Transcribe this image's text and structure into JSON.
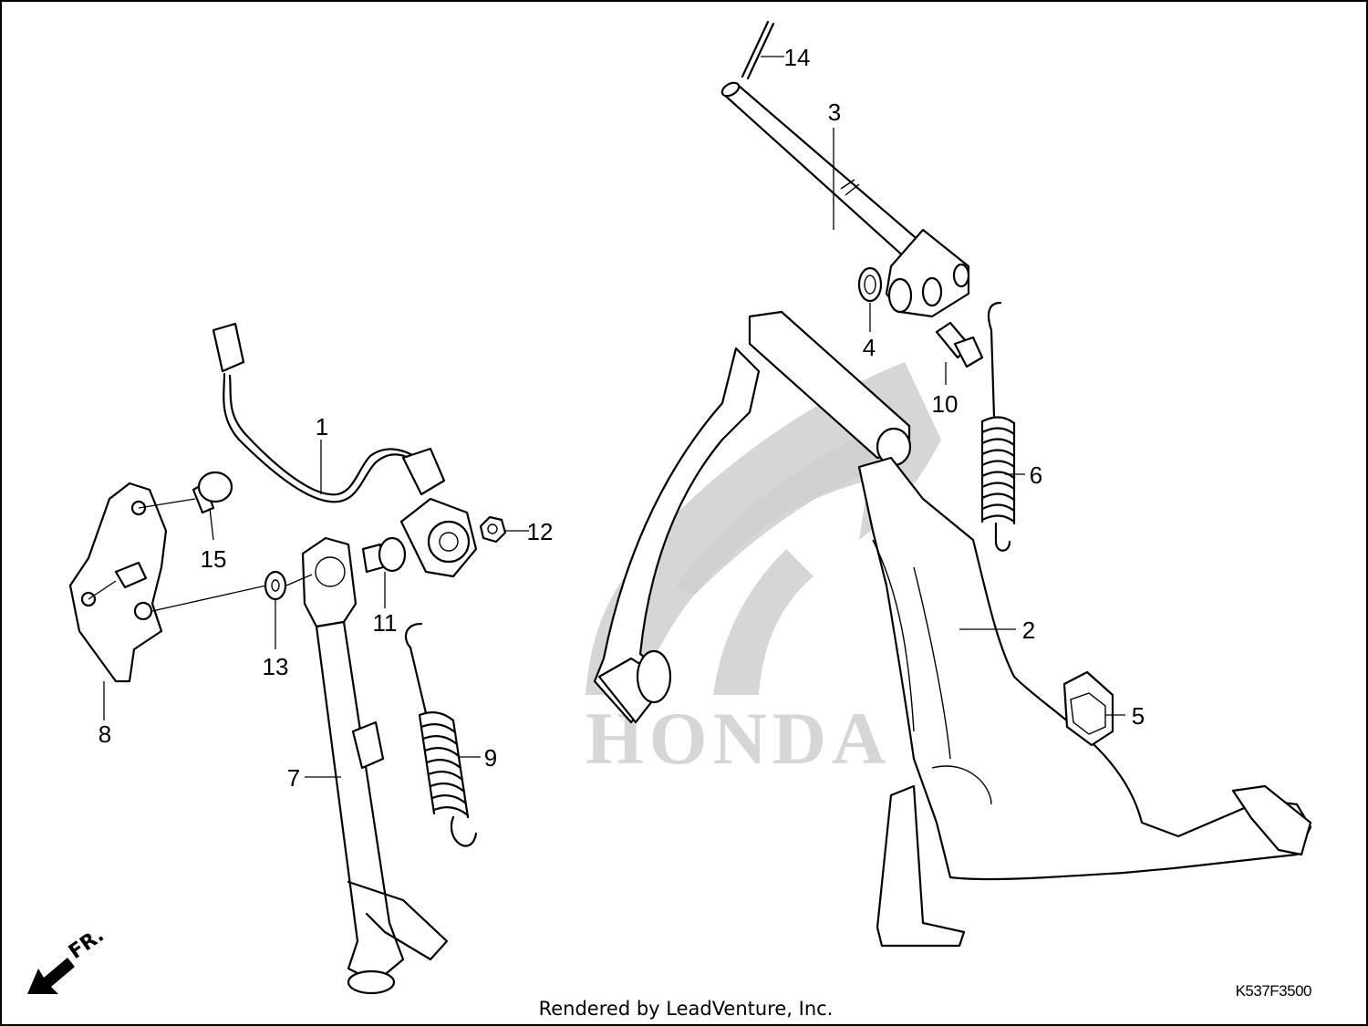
{
  "footer_text": "Rendered by LeadVenture, Inc.",
  "diagram_code": "K537F3500",
  "direction_label": "FR.",
  "watermark_text": "HONDA",
  "callouts": [
    {
      "id": "1",
      "label": "1"
    },
    {
      "id": "2",
      "label": "2"
    },
    {
      "id": "3",
      "label": "3"
    },
    {
      "id": "4",
      "label": "4"
    },
    {
      "id": "5",
      "label": "5"
    },
    {
      "id": "6",
      "label": "6"
    },
    {
      "id": "7",
      "label": "7"
    },
    {
      "id": "8",
      "label": "8"
    },
    {
      "id": "9",
      "label": "9"
    },
    {
      "id": "10",
      "label": "10"
    },
    {
      "id": "11",
      "label": "11"
    },
    {
      "id": "12",
      "label": "12"
    },
    {
      "id": "13",
      "label": "13"
    },
    {
      "id": "14",
      "label": "14"
    },
    {
      "id": "15",
      "label": "15"
    }
  ]
}
